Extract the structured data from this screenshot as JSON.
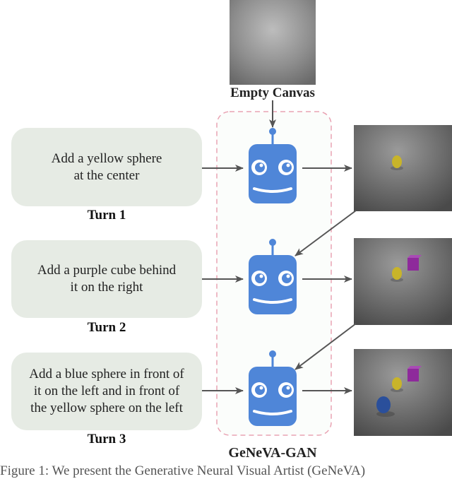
{
  "diagram": {
    "empty_canvas_label": "Empty Canvas",
    "model_label": "GeNeVA-GAN",
    "turns": [
      {
        "instruction": "Add a yellow sphere\nat the  center",
        "label": "Turn 1"
      },
      {
        "instruction": "Add a purple cube behind\nit on the right",
        "label": "Turn 2"
      },
      {
        "instruction": "Add a blue sphere in front of\nit on the left and in front of\nthe yellow sphere on the left",
        "label": "Turn 3"
      }
    ],
    "colors": {
      "robot": "#4f86d8",
      "bubble": "#e6ebe4",
      "frame": "#e9a3b3",
      "yellow_object": "#c8b42a",
      "purple_object": "#8e2a9b",
      "blue_object": "#2a4f9b"
    },
    "icons": [
      "robot-icon",
      "robot-icon",
      "robot-icon"
    ]
  },
  "caption": "Figure 1: We present the Generative Neural Visual Artist (GeNeVA)"
}
